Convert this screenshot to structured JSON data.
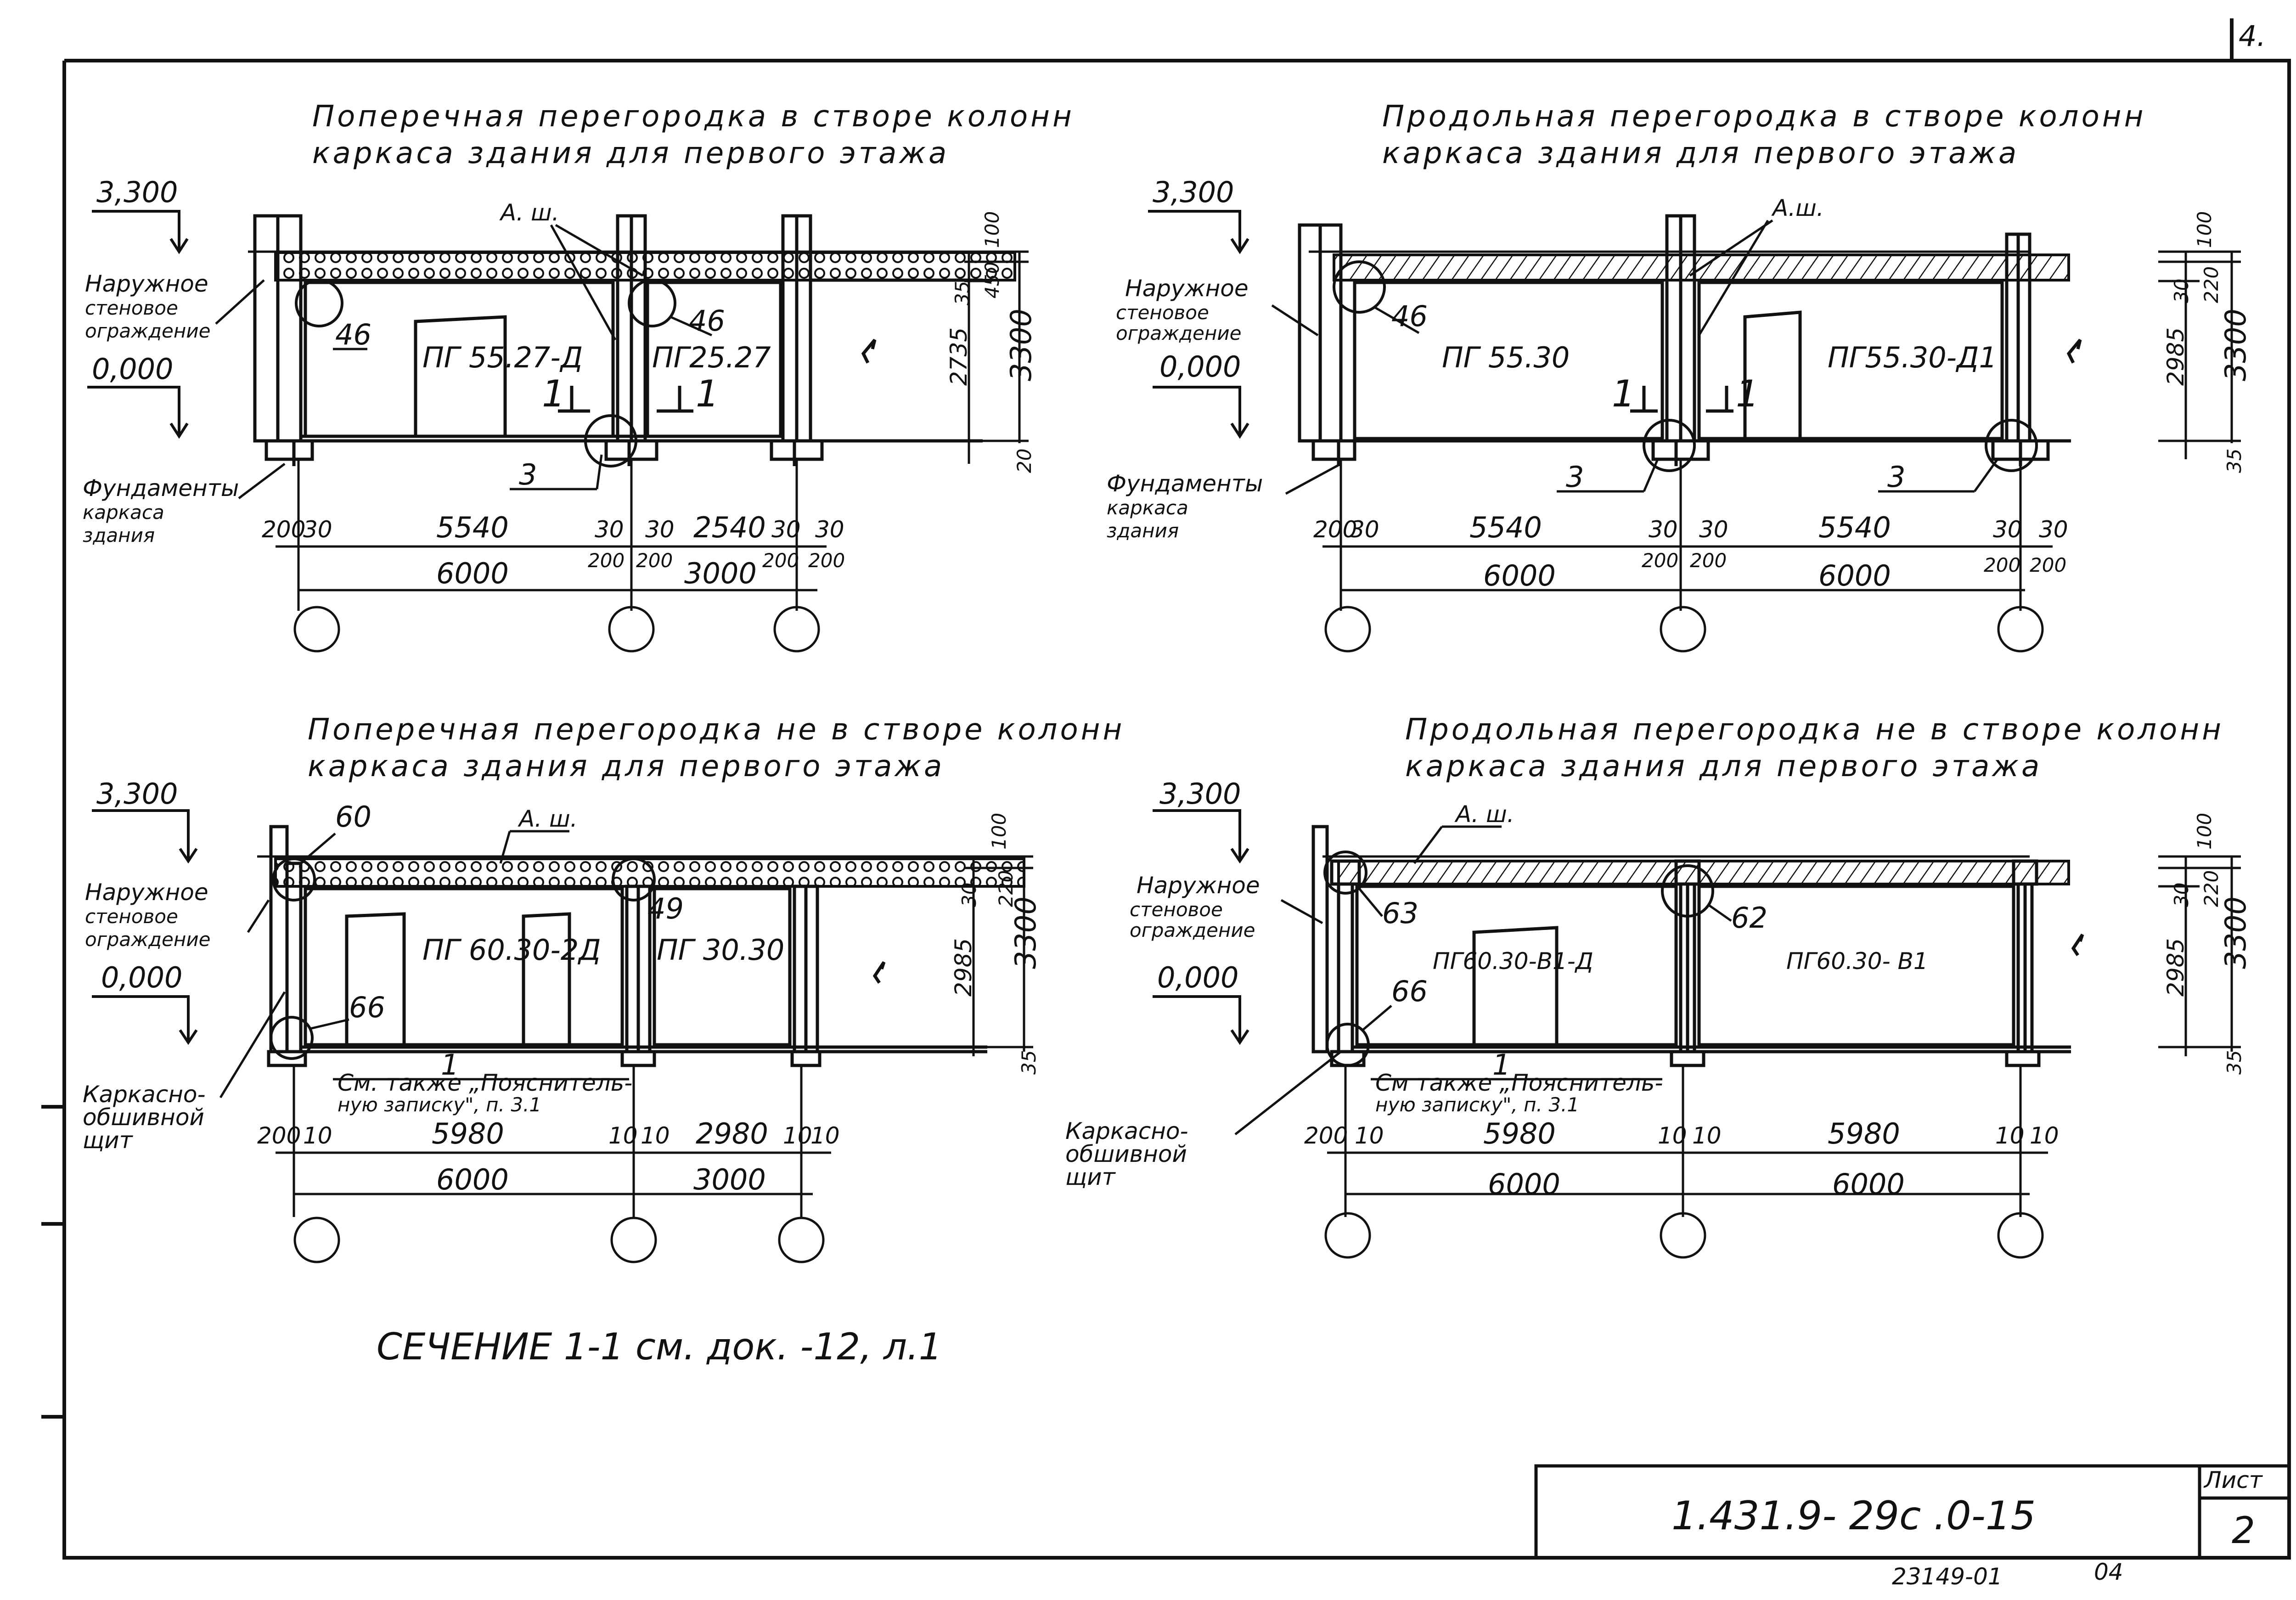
{
  "page_corner": "4.",
  "section_note": "СЕЧЕНИЕ 1-1 см. док. -12, л.1",
  "stamp": {
    "code": "1.431.9- 29с .0-15",
    "sheet_label": "Лист",
    "sheet_number": "2"
  },
  "bottom_code": "23149-01",
  "bottom_code_tail": "04",
  "common": {
    "level_top": "3,300",
    "level_zero": "0,000",
    "outer_wall_1": "Наружное",
    "outer_wall_2": "стеновое",
    "outer_wall_3": "ограждение",
    "foundations_1": "Фундаменты",
    "foundations_2": "каркаса",
    "foundations_3": "здания",
    "frame_panel_1": "Каркасно-",
    "frame_panel_2": "обшивной",
    "frame_panel_3": "щит",
    "see_also_1": "См. также „Пояснитель-",
    "see_also_2": "ную записку\", п. 3.1",
    "see_also_1b": "См также „Пояснитель-",
    "see_also_2b": "ную записку\", п. 3.1",
    "ash": "А. ш.",
    "ash_b": "А.ш."
  },
  "panels": {
    "p1": {
      "title_1": "Поперечная перегородка в створе колонн",
      "title_2": "каркаса здания для первого этажа",
      "mark_a": "ПГ 55.27-Д",
      "mark_b": "ПГ25.27",
      "node_a": "46",
      "node_b": "46",
      "node_c": "3",
      "cut_a": "1",
      "cut_b": "1",
      "dims_bottom": [
        "200",
        "30",
        "5540",
        "30",
        "30",
        "2540",
        "30",
        "30"
      ],
      "dims_under": [
        "200",
        "200",
        "200",
        "200"
      ],
      "span_a": "6000",
      "span_b": "3000",
      "right_a": "100",
      "right_b": "450",
      "right_c": "35",
      "right_d": "2735",
      "right_e": "3300",
      "right_f": "20"
    },
    "p2": {
      "title_1": "Продольная перегородка в створе колонн",
      "title_2": "каркаса здания для первого этажа",
      "mark_a": "ПГ 55.30",
      "mark_b": "ПГ55.30-Д1",
      "node_a": "46",
      "node_b": "3",
      "node_c": "3",
      "cut_a": "1",
      "cut_b": "1",
      "dims_bottom": [
        "200",
        "30",
        "5540",
        "30",
        "30",
        "5540",
        "30",
        "30"
      ],
      "dims_under": [
        "200",
        "200",
        "200",
        "200"
      ],
      "span_a": "6000",
      "span_b": "6000",
      "right_a": "100",
      "right_b": "220",
      "right_c": "30",
      "right_d": "2985",
      "right_e": "3300",
      "right_f": "35"
    },
    "p3": {
      "title_1": "Поперечная перегородка не в створе колонн",
      "title_2": "каркаса здания для первого этажа",
      "mark_a": "ПГ 60.30-2Д",
      "mark_b": "ПГ 30.30",
      "node_a": "60",
      "node_b": "49",
      "node_c": "66",
      "axis_label": "1",
      "dims_bottom": [
        "200",
        "10",
        "5980",
        "10",
        "10",
        "2980",
        "10",
        "10"
      ],
      "span_a": "6000",
      "span_b": "3000",
      "right_a": "100",
      "right_b": "220",
      "right_c": "30",
      "right_d": "2985",
      "right_e": "3300",
      "right_f": "35"
    },
    "p4": {
      "title_1": "Продольная перегородка не в створе колонн",
      "title_2": "каркаса здания для первого этажа",
      "mark_a": "ПГ60.30-В1-Д",
      "mark_b": "ПГ60.30- В1",
      "node_a": "63",
      "node_b": "62",
      "node_c": "66",
      "axis_label": "1",
      "dims_bottom": [
        "200",
        "10",
        "5980",
        "10",
        "10",
        "5980",
        "10",
        "10"
      ],
      "span_a": "6000",
      "span_b": "6000",
      "right_a": "100",
      "right_b": "220",
      "right_c": "30",
      "right_d": "2985",
      "right_e": "3300",
      "right_f": "35"
    }
  }
}
